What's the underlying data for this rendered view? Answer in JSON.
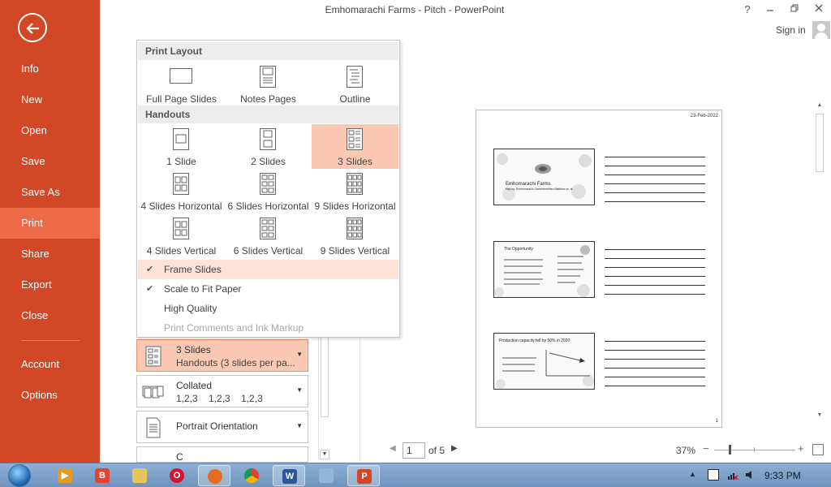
{
  "window": {
    "title": "Emhomarachi Farms - Pitch - PowerPoint",
    "help": "?",
    "sign_in": "Sign in"
  },
  "nav": {
    "items": [
      {
        "label": "Info"
      },
      {
        "label": "New"
      },
      {
        "label": "Open"
      },
      {
        "label": "Save"
      },
      {
        "label": "Save As"
      },
      {
        "label": "Print",
        "active": true
      },
      {
        "label": "Share"
      },
      {
        "label": "Export"
      },
      {
        "label": "Close"
      },
      {
        "label": "Account"
      },
      {
        "label": "Options"
      }
    ]
  },
  "dropdown": {
    "print_layout_header": "Print Layout",
    "print_layout": [
      {
        "label": "Full Page Slides",
        "icon": "full-page-slides-icon"
      },
      {
        "label": "Notes Pages",
        "icon": "notes-pages-icon"
      },
      {
        "label": "Outline",
        "icon": "outline-icon"
      }
    ],
    "handouts_header": "Handouts",
    "handouts": [
      {
        "label": "1 Slide"
      },
      {
        "label": "2 Slides"
      },
      {
        "label": "3 Slides",
        "selected": true
      },
      {
        "label": "4 Slides Horizontal"
      },
      {
        "label": "6 Slides Horizontal"
      },
      {
        "label": "9 Slides Horizontal"
      },
      {
        "label": "4 Slides Vertical"
      },
      {
        "label": "6 Slides Vertical"
      },
      {
        "label": "9 Slides Vertical"
      }
    ],
    "toggles": [
      {
        "label": "Frame Slides",
        "checked": true
      },
      {
        "label": "Scale to Fit Paper",
        "checked": true
      },
      {
        "label": "High Quality",
        "checked": false
      },
      {
        "label": "Print Comments and Ink Markup",
        "checked": false,
        "disabled": true
      }
    ]
  },
  "settings": {
    "layout": {
      "title": "3 Slides",
      "subtitle": "Handouts (3 slides per pa..."
    },
    "collation": {
      "title": "Collated",
      "subtitle": "1,2,3    1,2,3    1,2,3"
    },
    "orientation": {
      "title": "Portrait Orientation"
    },
    "color_partial": {
      "title": "C"
    }
  },
  "preview": {
    "date": "23-Feb-2022",
    "page_number": "1",
    "slides": [
      {
        "title": "Emhomarachi Farms",
        "subtitle": "Rep by: Emhomarachi Osemhenmhen Matthew et. al."
      },
      {
        "title": "The Opportunity"
      },
      {
        "title": "Production capacity fell by 50% in 2020"
      }
    ]
  },
  "pager": {
    "current": "1",
    "of_label": "of 5"
  },
  "zoom": {
    "percent": "37%",
    "minus": "−",
    "plus": "+"
  },
  "taskbar": {
    "apps": [
      "media-player",
      "brave",
      "file-explorer",
      "opera",
      "firefox",
      "chrome",
      "word",
      "paint",
      "powerpoint"
    ],
    "clock": "9:33 PM"
  },
  "colors": {
    "accent": "#d24726",
    "accent_active": "#ee6b48",
    "selection": "#fbc9b3"
  }
}
